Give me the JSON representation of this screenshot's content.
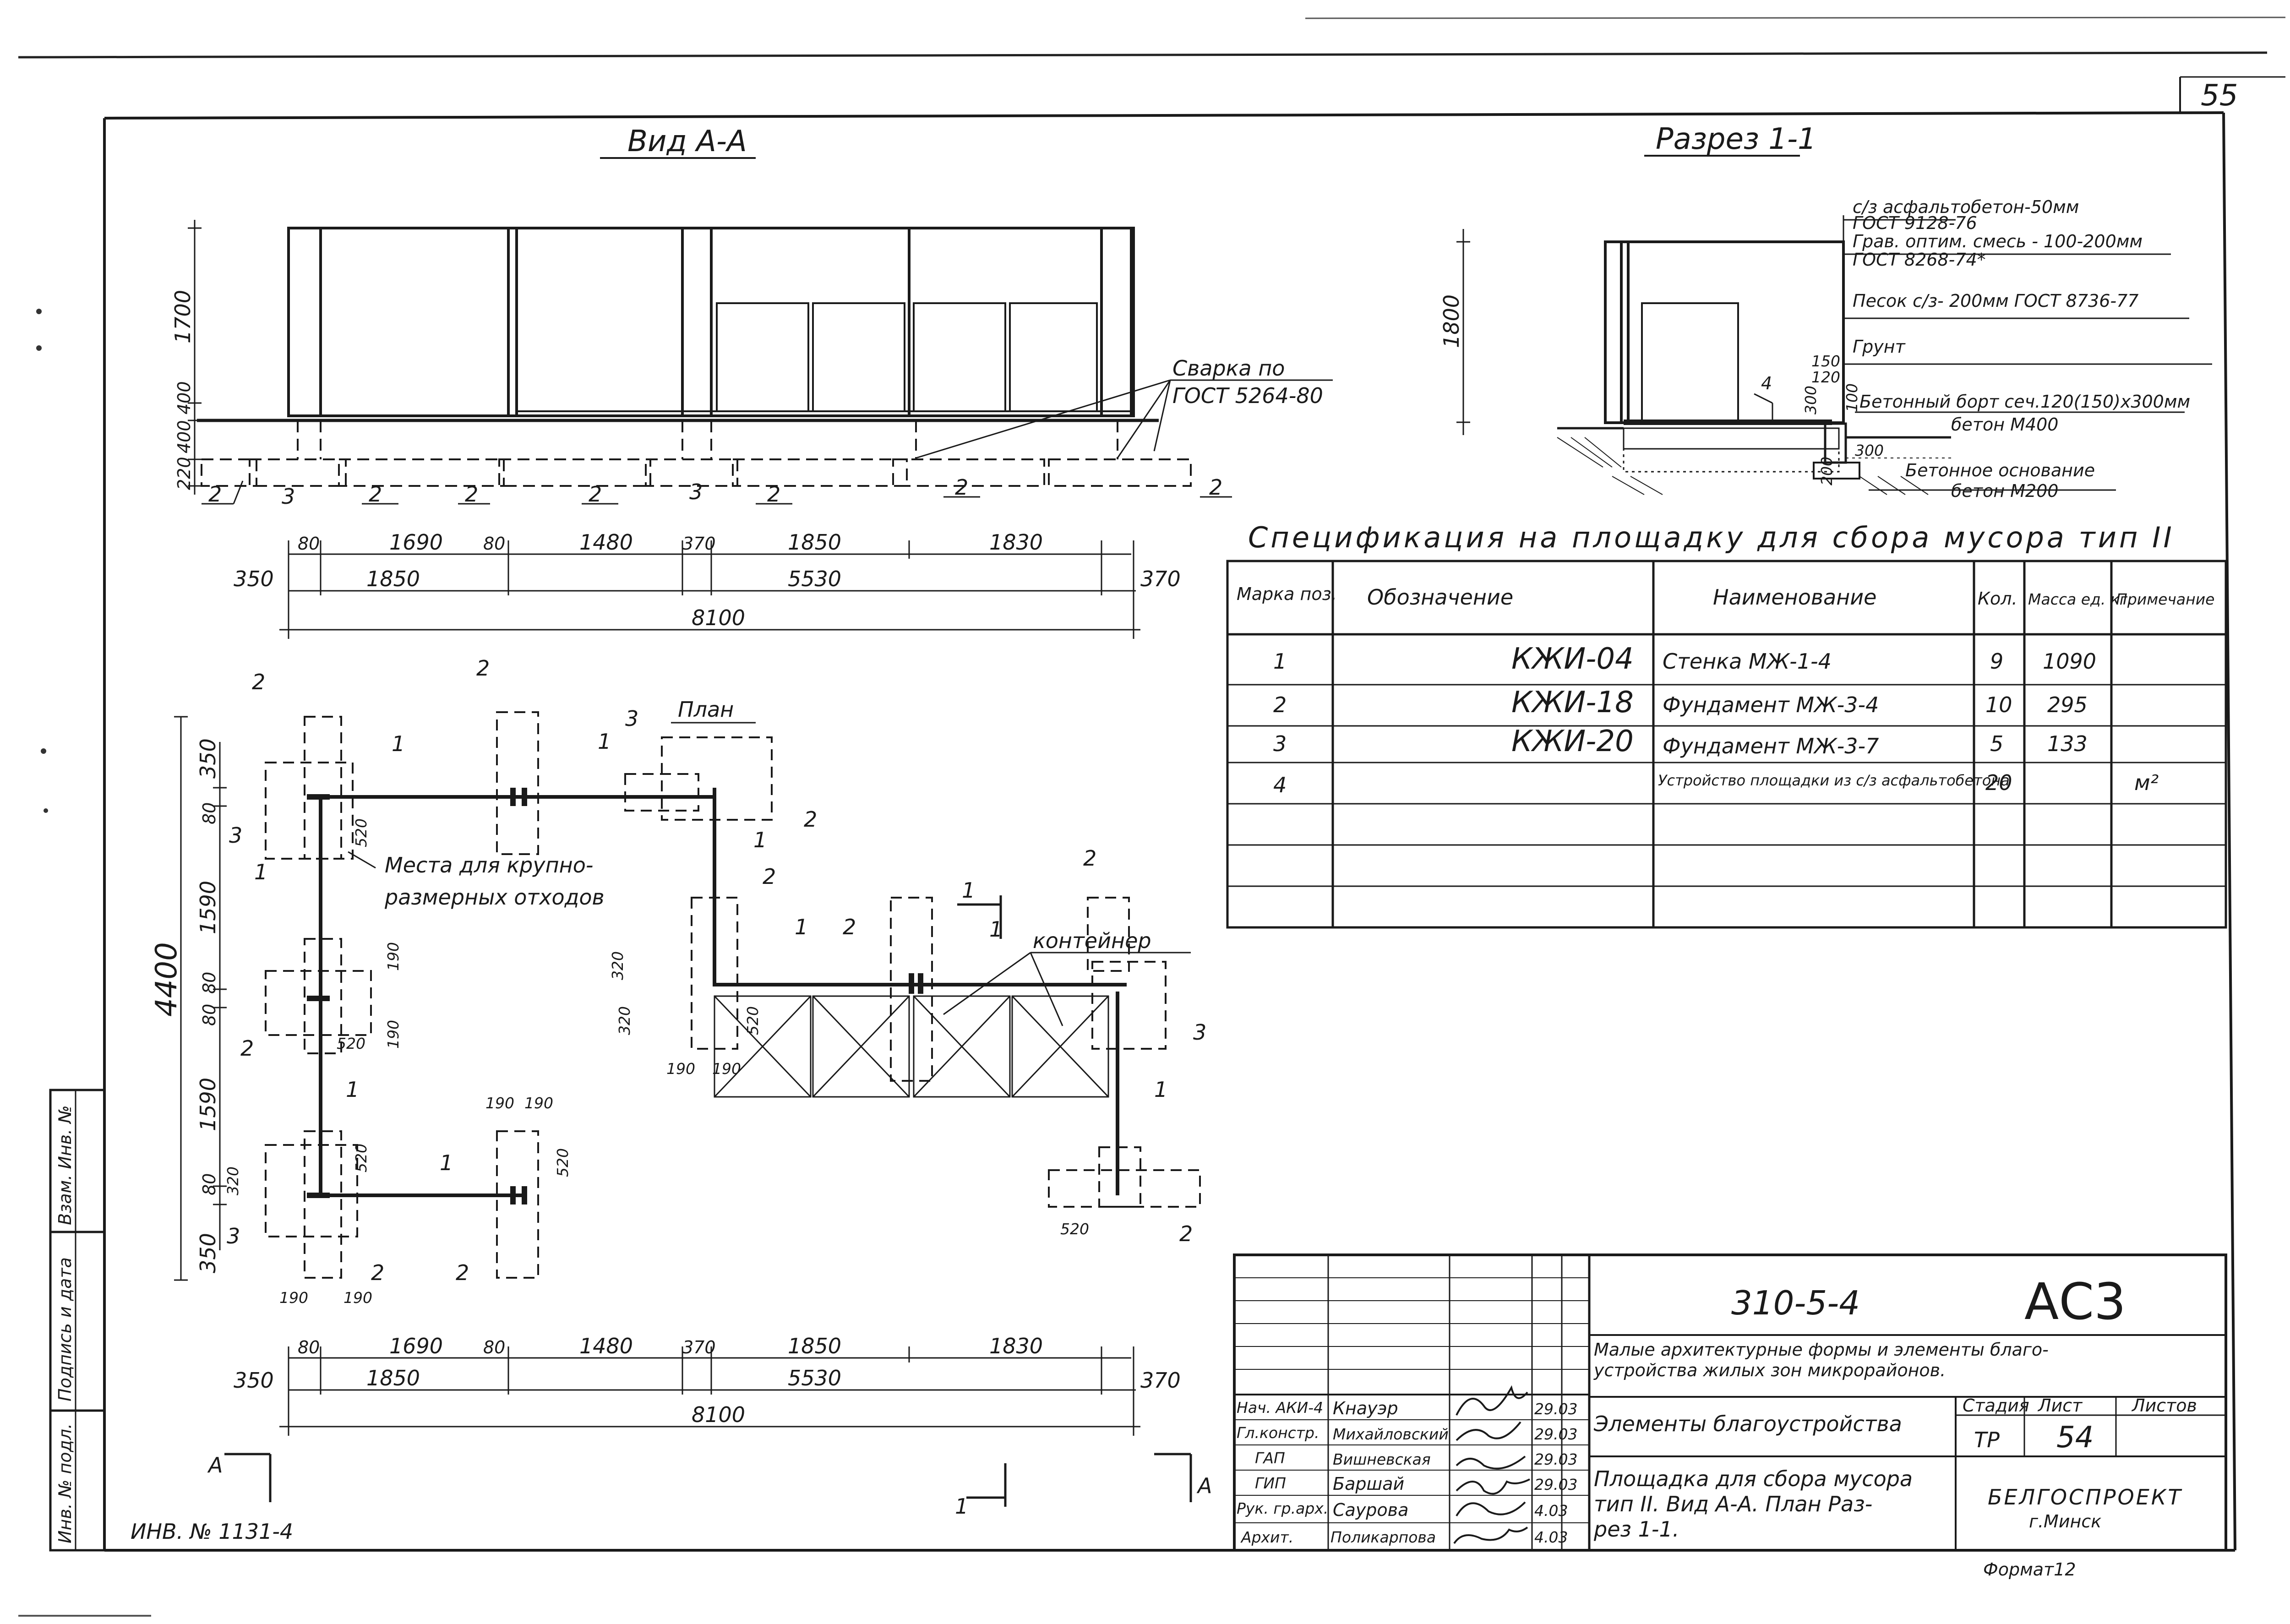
{
  "sheet_corner_number": "55",
  "view_aa": {
    "title": "Вид А-А",
    "dims_vertical": [
      "1700",
      "400",
      "400",
      "220"
    ],
    "weld_note_line1": "Сварка по",
    "weld_note_line2": "ГОСТ 5264-80",
    "foundation_mark": "2",
    "foundation_mark_3": "3",
    "dims_top": [
      "80",
      "1690",
      "80",
      "1480",
      "370",
      "1850",
      "1830"
    ],
    "dims_mid": [
      "350",
      "1850",
      "5530",
      "370"
    ],
    "dim_total": "8100"
  },
  "section_11": {
    "title": "Разрез 1-1",
    "dim_height": "1800",
    "layers": [
      "с/з асфальтобетон-50мм",
      "ГОСТ 9128-76",
      "Грав. оптим. смесь - 100-200мм",
      "ГОСТ 8268-74*",
      "Песок с/з- 200мм ГОСТ 8736-77",
      "Грунт"
    ],
    "border_note_line1": "Бетонный борт сеч.120(150)х300мм",
    "border_note_line2": "бетон М400",
    "base_note_line1": "Бетонное основание",
    "base_note_line2": "бетон М200",
    "small_dims": [
      "150",
      "120",
      "300",
      "100",
      "300",
      "200"
    ],
    "mark": "4"
  },
  "spec": {
    "title": "Спецификация на площадку для сбора мусора тип II",
    "headers": [
      "Марка поз.",
      "Обозначение",
      "Наименование",
      "Кол.",
      "Масса ед. кг.",
      "Примечание"
    ],
    "rows": [
      {
        "pos": "1",
        "designation": "КЖИ-04",
        "name": "Стенка МЖ-1-4",
        "qty": "9",
        "mass": "1090",
        "note": ""
      },
      {
        "pos": "2",
        "designation": "КЖИ-18",
        "name": "Фундамент МЖ-3-4",
        "qty": "10",
        "mass": "295",
        "note": ""
      },
      {
        "pos": "3",
        "designation": "КЖИ-20",
        "name": "Фундамент МЖ-3-7",
        "qty": "5",
        "mass": "133",
        "note": ""
      },
      {
        "pos": "4",
        "designation": "",
        "name": "Устройство площадки из с/з асфальтобетона",
        "qty": "20",
        "mass": "",
        "note": "м²"
      }
    ]
  },
  "plan": {
    "title": "План",
    "note_large_waste_1": "Места для крупно-",
    "note_large_waste_2": "размерных отходов",
    "container_label": "контейнер",
    "section_mark": "1",
    "dim_height_total": "4400",
    "dims_left": [
      "350",
      "80",
      "1590",
      "80",
      "80",
      "1590",
      "80",
      "350"
    ],
    "dims_misc": [
      "520",
      "190",
      "320",
      "520",
      "190",
      "190",
      "190",
      "190",
      "190",
      "520",
      "520",
      "320",
      "320",
      "80",
      "190",
      "190"
    ],
    "dims_top": [
      "80",
      "1690",
      "80",
      "1480",
      "370",
      "1850",
      "1830"
    ],
    "dims_mid": [
      "350",
      "1850",
      "5530",
      "370"
    ],
    "dim_total": "8100",
    "section_marker_a": "А"
  },
  "title_block": {
    "code": "310-5-4",
    "stage_code": "АС3",
    "project_line1": "Малые архитектурные формы и элементы благо-",
    "project_line2": "устройства жилых зон микрорайонов.",
    "section_name": "Элементы благоустройства",
    "sheet_title_line1": "Площадка для сбора мусора",
    "sheet_title_line2": "тип II. Вид А-А. План Раз-",
    "sheet_title_line3": "рез 1-1.",
    "col_stage": "Стадия",
    "col_sheet": "Лист",
    "col_sheets": "Листов",
    "stage": "ТР",
    "sheet": "54",
    "sheets": "",
    "org_line1": "БЕЛГОСПРОЕКТ",
    "org_line2": "г.Минск",
    "signatories": [
      {
        "role": "Нач. АКИ-4",
        "name": "Кнауэр",
        "date": "29.03"
      },
      {
        "role": "Гл.констр.",
        "name": "Михайловский",
        "date": "29.03"
      },
      {
        "role": "ГАП",
        "name": "Вишневская",
        "date": "29.03"
      },
      {
        "role": "ГИП",
        "name": "Баршай",
        "date": "29.03"
      },
      {
        "role": "Рук. гр.арх.",
        "name": "Саурова",
        "date": "4.03"
      },
      {
        "role": "Архит.",
        "name": "Поликарпова",
        "date": "4.03"
      }
    ]
  },
  "side_stamp": [
    "Инв. № подл.",
    "Подпись и дата",
    "Взам. Инв. №"
  ],
  "inventory_no": "ИНВ. № 1131-4",
  "format": "Формат12"
}
